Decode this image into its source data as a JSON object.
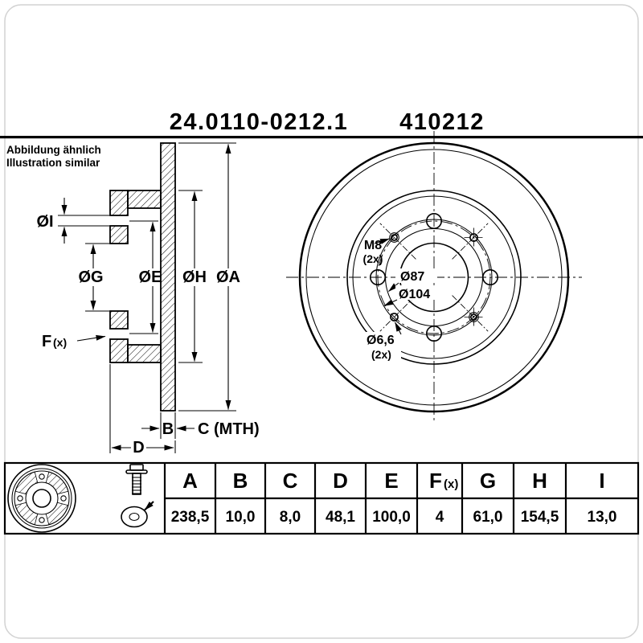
{
  "header": {
    "part_number": "24.0110-0212.1",
    "article_number": "410212",
    "text_color": "#0009C8",
    "rule_color": "#000000"
  },
  "note": {
    "line1": "Abbildung ähnlich",
    "line2": "Illustration similar"
  },
  "section_view": {
    "dim_labels": {
      "a": "ØA",
      "e": "ØE",
      "g": "ØG",
      "h": "ØH",
      "i": "ØI",
      "b": "B",
      "c_mth": "C (MTH)",
      "d": "D",
      "f_main": "F",
      "f_sub": "(x)"
    }
  },
  "front_view": {
    "labels": {
      "m8": "M8",
      "m8_count": "(2x)",
      "dia87": "Ø87",
      "dia104": "Ø104",
      "dia66": "Ø6,6",
      "dia66_count": "(2x)"
    }
  },
  "table": {
    "headers": [
      "A",
      "B",
      "C",
      "D",
      "E",
      "F(x)",
      "G",
      "H",
      "I"
    ],
    "f_header_main": "F",
    "f_header_sub": "(x)",
    "values": [
      "238,5",
      "10,0",
      "8,0",
      "48,1",
      "100,0",
      "4",
      "61,0",
      "154,5",
      "13,0"
    ]
  }
}
